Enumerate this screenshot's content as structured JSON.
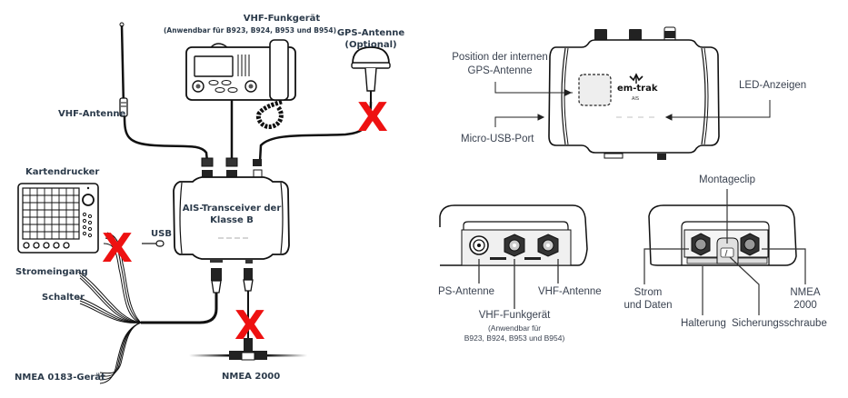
{
  "left_diagram": {
    "title": "AIS-Transceiver der Klasse B",
    "devices": {
      "vhf_radio": {
        "label": "VHF-Funkgerät",
        "note": "(Anwendbar für B923, B924, B953 und B954)"
      },
      "gps_antenna": {
        "label": "GPS-Antenne",
        "note": "(Optional)"
      },
      "vhf_antenna": {
        "label": "VHF-Antenne"
      },
      "chart_plotter": {
        "label": "Kartendrucker"
      },
      "transceiver": {
        "line1": "AIS-Transceiver der",
        "line2": "Klasse B"
      },
      "usb": {
        "label": "USB"
      },
      "power_input": {
        "label": "Stromeingang"
      },
      "switch": {
        "label": "Schalter"
      },
      "nmea0183": {
        "label": "NMEA 0183-Gerät"
      },
      "nmea2000": {
        "label": "NMEA 2000"
      }
    },
    "crossed_out": [
      "gps_antenna",
      "chart_plotter",
      "nmea2000"
    ],
    "cross_mark": "X",
    "cross_color": "#ee1111"
  },
  "top_view": {
    "brand": "em-trak",
    "brand_sub": "AIS",
    "labels": {
      "gps_internal_line1": "Position der internen",
      "gps_internal_line2": "GPS-Antenne",
      "micro_usb": "Micro-USB-Port",
      "led": "LED-Anzeigen"
    }
  },
  "front_view_left": {
    "labels": {
      "gps_antenna": "PS-Antenne",
      "vhf_antenna": "VHF-Antenne",
      "vhf_radio": "VHF-Funkgerät",
      "vhf_radio_note_line1": "(Anwendbar für",
      "vhf_radio_note_line2": "B923, B924, B953 und B954)"
    }
  },
  "front_view_right": {
    "labels": {
      "mounting_clip": "Montageclip",
      "power_data_line1": "Strom",
      "power_data_line2": "und Daten",
      "nmea_line1": "NMEA",
      "nmea_line2": "2000",
      "bracket": "Halterung",
      "locking_screw": "Sicherungsschraube"
    }
  }
}
